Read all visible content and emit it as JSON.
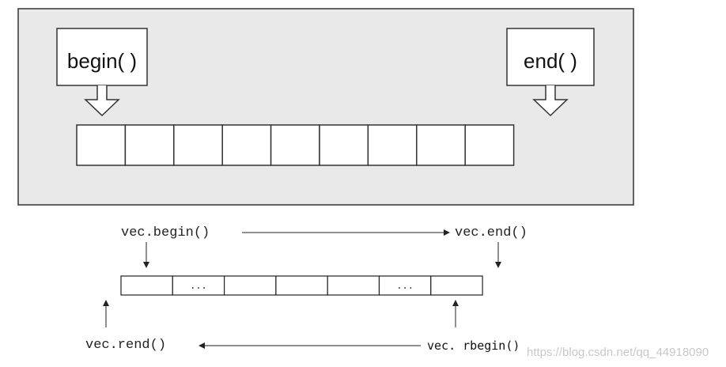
{
  "colors": {
    "panel_fill": "#e9e9e9",
    "panel_border": "#333333",
    "cell_fill": "#ffffff",
    "line": "#222222",
    "watermark": "#c8c8c8"
  },
  "top_panel": {
    "begin_label": "begin( )",
    "end_label": "end( )",
    "cell_count": 9
  },
  "bottom_panel": {
    "vec_begin": "vec.begin()",
    "vec_end": "vec.end()",
    "vec_rend": "vec.rend()",
    "vec_rbegin": "vec. rbegin()",
    "cells": [
      "",
      "...",
      "",
      "",
      "",
      "...",
      ""
    ]
  },
  "watermark": "https://blog.csdn.net/qq_44918090"
}
